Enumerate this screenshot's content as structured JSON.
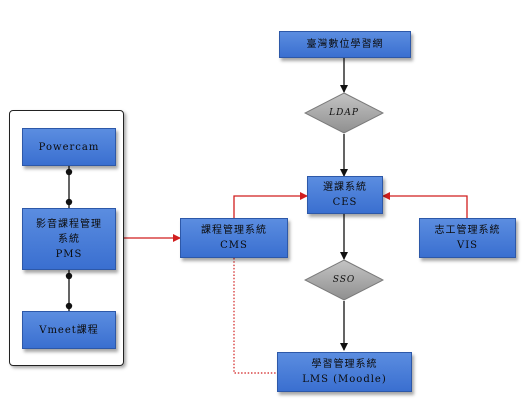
{
  "nodes": {
    "ecitizen": {
      "line1": "臺灣數位學習網"
    },
    "ldap": {
      "label": "LDAP"
    },
    "ces": {
      "line1": "選課系統",
      "line2": "CES"
    },
    "sso": {
      "label": "SSO"
    },
    "lms": {
      "line1": "學習管理系統",
      "line2": "LMS (Moodle)"
    },
    "cms": {
      "line1": "課程管理系統",
      "line2": "CMS"
    },
    "vis": {
      "line1": "志工管理系統",
      "line2": "VIS"
    },
    "powercam": {
      "line1": "Powercam"
    },
    "pms": {
      "line1": "影音課程管理",
      "line2": "系統",
      "line3": "PMS"
    },
    "vmeet": {
      "line1": "Vmeet課程"
    }
  },
  "colors": {
    "box_fill": "#4a7fdb",
    "diamond_fill": "#a9a9a9",
    "arrow_black": "#111111",
    "arrow_red": "#d11e1e"
  }
}
